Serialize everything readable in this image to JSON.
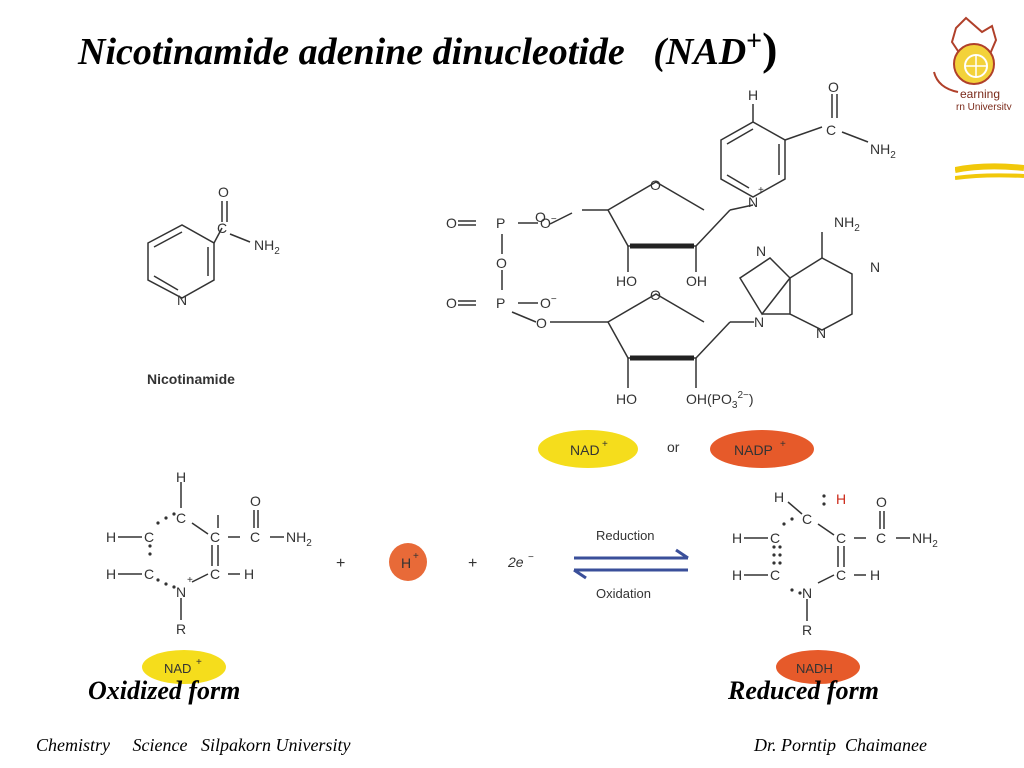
{
  "slide": {
    "title_main": "Nicotinamide adenine dinucleotide",
    "title_abbrev": "(NAD",
    "title_plus": "+",
    "title_close": ")",
    "logo_text_1": "earning",
    "logo_text_2": "rn University"
  },
  "nicotinamide_label": "Nicotinamide",
  "badges": {
    "nad_top": "NAD",
    "nad_top_sup": "+",
    "or": "or",
    "nadp": "NADP",
    "nadp_sup": "+",
    "h_ion": "H",
    "h_ion_sup": "+",
    "nad_bottom": "NAD",
    "nad_bottom_sup": "+",
    "nadh": "NADH"
  },
  "reaction": {
    "plus_1": "+",
    "plus_2": "+",
    "electrons": "2e",
    "electrons_sup": "−",
    "reduction": "Reduction",
    "oxidation": "Oxidation"
  },
  "labels": {
    "oxidized_form": "Oxidized form",
    "reduced_form": "Reduced form"
  },
  "footer": {
    "left": "Chemistry     Science   Silpakorn University",
    "right": "Dr. Porntip  Chaimanee"
  },
  "colors": {
    "badge_yellow": "#f5dd1c",
    "badge_red": "#e65a2a",
    "arrow_blue": "#3a4f9a",
    "reduced_h": "#cc2a1a"
  }
}
